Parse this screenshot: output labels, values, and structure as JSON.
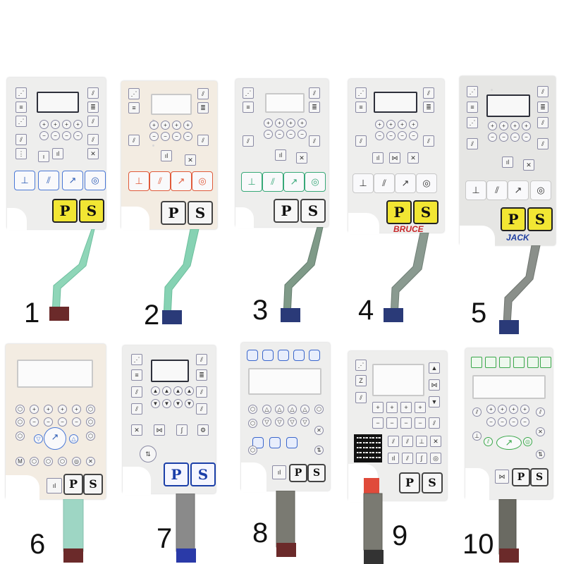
{
  "panels": [
    {
      "label": "1",
      "colors": {
        "accent": "#4a78d6",
        "cable": "#8fd6b8",
        "connector": "#6b2a2a"
      },
      "ps": [
        "P",
        "S"
      ]
    },
    {
      "label": "2",
      "colors": {
        "accent": "#e05a3a",
        "cable": "#86d2b3",
        "connector": "#2a3a78"
      },
      "ps": [
        "P",
        "S"
      ]
    },
    {
      "label": "3",
      "colors": {
        "accent": "#37a878",
        "cable": "#7f9a88",
        "connector": "#2a3a78"
      },
      "ps": [
        "P",
        "S"
      ]
    },
    {
      "label": "4",
      "colors": {
        "accent": "#4a78d6",
        "cable": "#8a9a90",
        "connector": "#2a3a78"
      },
      "ps": [
        "P",
        "S"
      ],
      "brand": "BRUCE"
    },
    {
      "label": "5",
      "colors": {
        "accent": "#4a78d6",
        "cable": "#8a8f8a",
        "connector": "#2a3a78"
      },
      "ps": [
        "P",
        "S"
      ],
      "brand": "JACK"
    },
    {
      "label": "6",
      "colors": {
        "accent": "#4a78d6",
        "cable": "#9ed6c4",
        "connector": "#6b2a2a"
      },
      "ps": [
        "P",
        "S"
      ]
    },
    {
      "label": "7",
      "colors": {
        "accent": "#1b3fa8",
        "cable": "#8a8a8a",
        "connector": "#2a3aa8"
      },
      "ps": [
        "P",
        "S"
      ]
    },
    {
      "label": "8",
      "colors": {
        "accent": "#3a66cc",
        "cable": "#7a7a72",
        "connector": "#6b2a2a"
      },
      "ps": [
        "P",
        "S"
      ]
    },
    {
      "label": "9",
      "colors": {
        "accent": "#e05a3a",
        "cable": "#7a7a72",
        "connector": "#333333"
      },
      "ps": [
        "P",
        "S"
      ]
    },
    {
      "label": "10",
      "colors": {
        "accent": "#3aa84a",
        "cable": "#6a6a62",
        "connector": "#6b2a2a"
      },
      "ps": [
        "P",
        "S"
      ]
    }
  ]
}
